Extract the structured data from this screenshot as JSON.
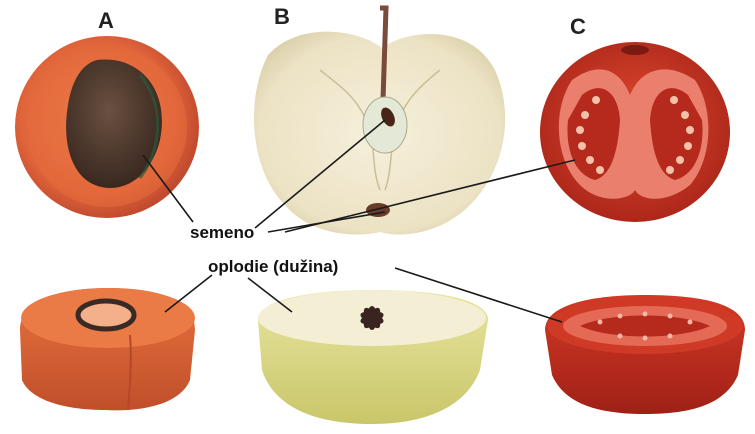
{
  "figure_letters": {
    "a": "A",
    "b": "B",
    "c": "C"
  },
  "labels": {
    "seed": "semeno",
    "pericarp": "oplodie (dužina)"
  },
  "colors": {
    "apricot_flesh": "#e0643a",
    "apricot_stone": "#4a3428",
    "apple_flesh": "#efe6cc",
    "apple_skin": "#d7d68a",
    "tomato_red": "#c8301f",
    "tomato_inner": "#e9877a"
  }
}
